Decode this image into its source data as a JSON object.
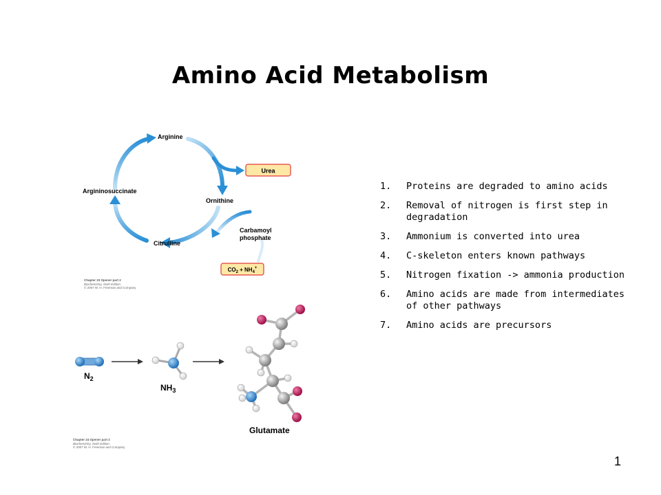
{
  "slide": {
    "title": "Amino Acid Metabolism",
    "page_number": "1"
  },
  "urea_cycle": {
    "labels": {
      "arginine": "Arginine",
      "urea": "Urea",
      "argininosuccinate": "Argininosuccinate",
      "ornithine": "Ornithine",
      "carbamoyl_line1": "Carbamoyl",
      "carbamoyl_line2": "phosphate",
      "citrulline": "Citrulline",
      "input_co2": "CO",
      "input_co2_sub": "2",
      "input_plus": " + NH",
      "input_nh4_sub": "4",
      "input_nh4_sup": "+"
    },
    "credit": {
      "line1": "Chapter 23 Opener part 2",
      "line2": "Biochemistry, Sixth Edition",
      "line3": "© 2007 W. H. Freeman and Company"
    },
    "colors": {
      "arrow": "#2a8fd6",
      "arrow_light": "#bfe0f5",
      "box_fill": "#fde8a6",
      "box_border": "#e23a3a"
    }
  },
  "nitrogen": {
    "labels": {
      "n2": "N",
      "n2_sub": "2",
      "nh3": "NH",
      "nh3_sub": "3",
      "glutamate": "Glutamate"
    },
    "credit": {
      "line1": "Chapter 24 Opener part 2",
      "line2": "Biochemistry, Sixth Edition",
      "line3": "© 2007 W. H. Freeman and Company"
    },
    "colors": {
      "nitrogen": "#2e86d1",
      "carbon": "#9a9a9a",
      "oxygen": "#c2185b",
      "hydrogen": "#ffffff"
    }
  },
  "points": [
    {
      "num": "1.",
      "text": "Proteins are degraded to amino acids"
    },
    {
      "num": "2.",
      "text": "Removal of nitrogen is first step in degradation"
    },
    {
      "num": "3.",
      "text": "Ammonium is converted into urea"
    },
    {
      "num": "4.",
      "text": "C-skeleton enters known pathways"
    },
    {
      "num": "5.",
      "text": "Nitrogen fixation -> ammonia production"
    },
    {
      "num": "6.",
      "text": "Amino acids are made from intermediates of other pathways"
    },
    {
      "num": "7.",
      "text": "Amino acids are precursors"
    }
  ]
}
